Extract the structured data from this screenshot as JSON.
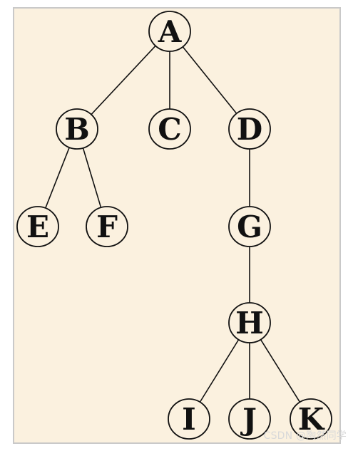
{
  "diagram": {
    "nodes": [
      {
        "id": "A",
        "label": "A"
      },
      {
        "id": "B",
        "label": "B"
      },
      {
        "id": "C",
        "label": "C"
      },
      {
        "id": "D",
        "label": "D"
      },
      {
        "id": "E",
        "label": "E"
      },
      {
        "id": "F",
        "label": "F"
      },
      {
        "id": "G",
        "label": "G"
      },
      {
        "id": "H",
        "label": "H"
      },
      {
        "id": "I",
        "label": "I"
      },
      {
        "id": "J",
        "label": "J"
      },
      {
        "id": "K",
        "label": "K"
      }
    ],
    "edges": [
      {
        "from": "A",
        "to": "B"
      },
      {
        "from": "A",
        "to": "C"
      },
      {
        "from": "A",
        "to": "D"
      },
      {
        "from": "B",
        "to": "E"
      },
      {
        "from": "B",
        "to": "F"
      },
      {
        "from": "D",
        "to": "G"
      },
      {
        "from": "G",
        "to": "H"
      },
      {
        "from": "H",
        "to": "I"
      },
      {
        "from": "H",
        "to": "J"
      },
      {
        "from": "H",
        "to": "K"
      }
    ]
  },
  "watermark": {
    "text": "CSDN @陶然同学"
  },
  "colors": {
    "background": "#fbf1df",
    "node_fill": "#fbf1df",
    "stroke": "#111111",
    "frame_border": "#c9c9c9"
  }
}
